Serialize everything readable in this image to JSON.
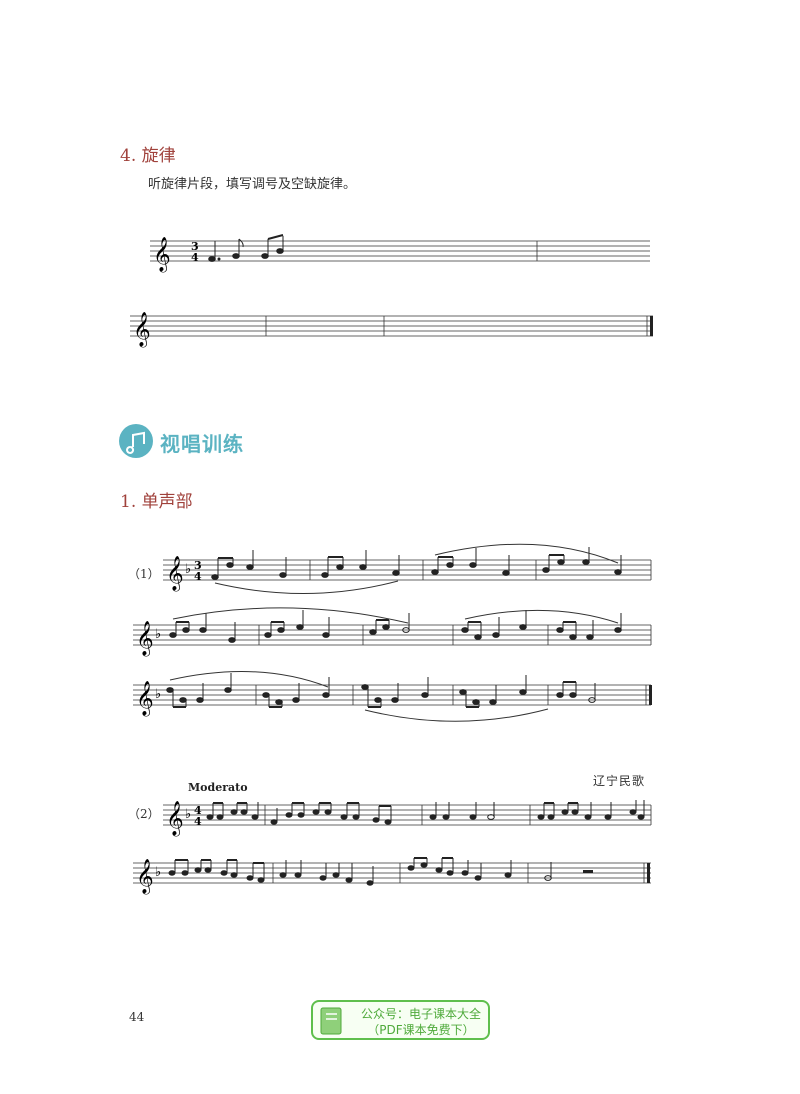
{
  "section_melody": {
    "title": "4. 旋律",
    "instruction": "听旋律片段，填写调号及空缺旋律。",
    "time_sig": {
      "top": "3",
      "bottom": "4"
    }
  },
  "banner": {
    "label": "视唱训练"
  },
  "section_single": {
    "title": "1. 单声部",
    "ex1": {
      "number": "（1）",
      "time_sig": {
        "top": "3",
        "bottom": "4"
      }
    },
    "ex2": {
      "number": "（2）",
      "tempo": "Moderato",
      "origin": "辽宁民歌",
      "time_sig": {
        "top": "4",
        "bottom": "4"
      }
    }
  },
  "footer": {
    "page_number": "44",
    "watermark_line1": "公众号：电子课本大全",
    "watermark_line2": "（PDF课本免费下）"
  },
  "colors": {
    "heading": "#a0413b",
    "banner": "#5bb3c2",
    "watermark": "#5fbf4d"
  }
}
